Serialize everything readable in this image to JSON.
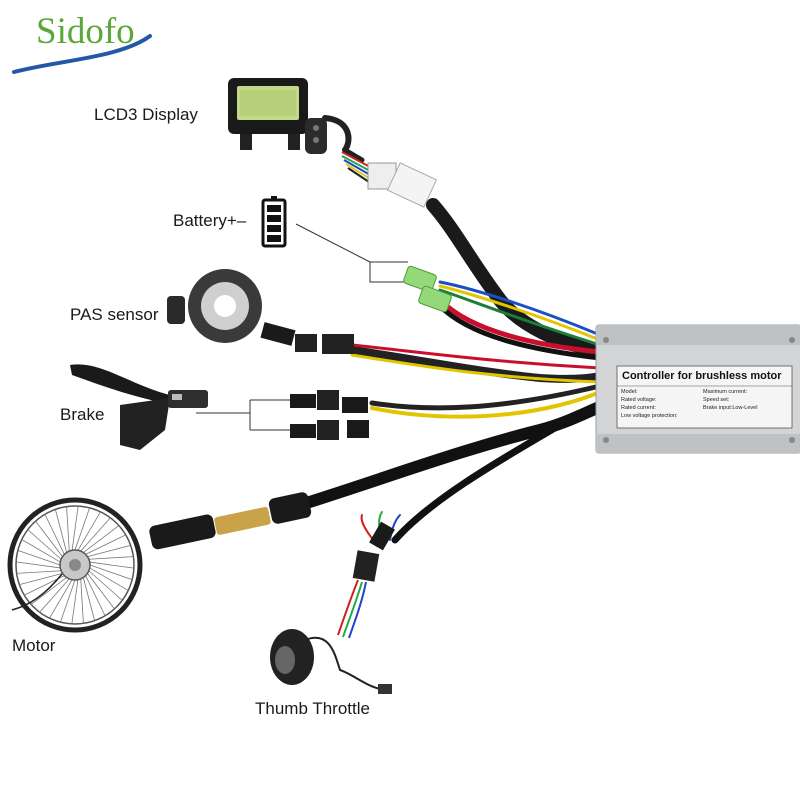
{
  "brand": {
    "name": "Sidofo",
    "color": "#5aa83a",
    "swoosh_color": "#2458a6"
  },
  "labels": {
    "lcd": "LCD3 Display",
    "battery": "Battery+–",
    "pas": "PAS sensor",
    "brake": "Brake",
    "motor": "Motor",
    "throttle": "Thumb Throttle"
  },
  "controller": {
    "title": "Controller for brushless motor",
    "specs": [
      {
        "key": "Model:",
        "value": ""
      },
      {
        "key": "Rated voltage:",
        "value": ""
      },
      {
        "key": "Rated current:",
        "value": ""
      },
      {
        "key": "Low voltage protection:",
        "value": ""
      }
    ],
    "specs_right": [
      {
        "key": "Maximum current:",
        "value": ""
      },
      {
        "key": "Speed set:",
        "value": ""
      },
      {
        "key": "Brake input:Low-Level",
        "value": ""
      }
    ]
  },
  "icons": [
    "battery-icon",
    "lcd-display-icon",
    "pas-sensor-icon",
    "brake-lever-icon",
    "motor-wheel-icon",
    "thumb-throttle-icon",
    "controller-box-icon"
  ]
}
